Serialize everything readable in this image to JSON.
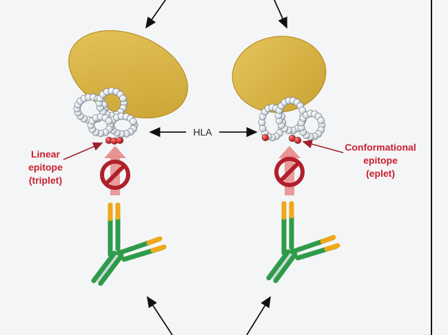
{
  "labels": {
    "hla": "HLA",
    "left_line1": "Linear",
    "left_line2": "epitope",
    "left_line3": "(triplet)",
    "right_line1": "Conformational",
    "right_line2": "epitope",
    "right_line3": "(eplet)"
  },
  "colors": {
    "background": "#f4f5f6",
    "hla_body": "#d9b64a",
    "epitope_red": "#d42a2a",
    "label_red": "#c8202e",
    "antibody_green": "#2e9b4a",
    "antibody_orange": "#f0a81a",
    "block_arrow": "#e78a8a",
    "no_symbol": "#b0202a",
    "pointer_arrow": "#a0202a"
  },
  "icons": [
    "prohibition-icon",
    "antibody-icon",
    "epitope-pointer-arrow"
  ]
}
